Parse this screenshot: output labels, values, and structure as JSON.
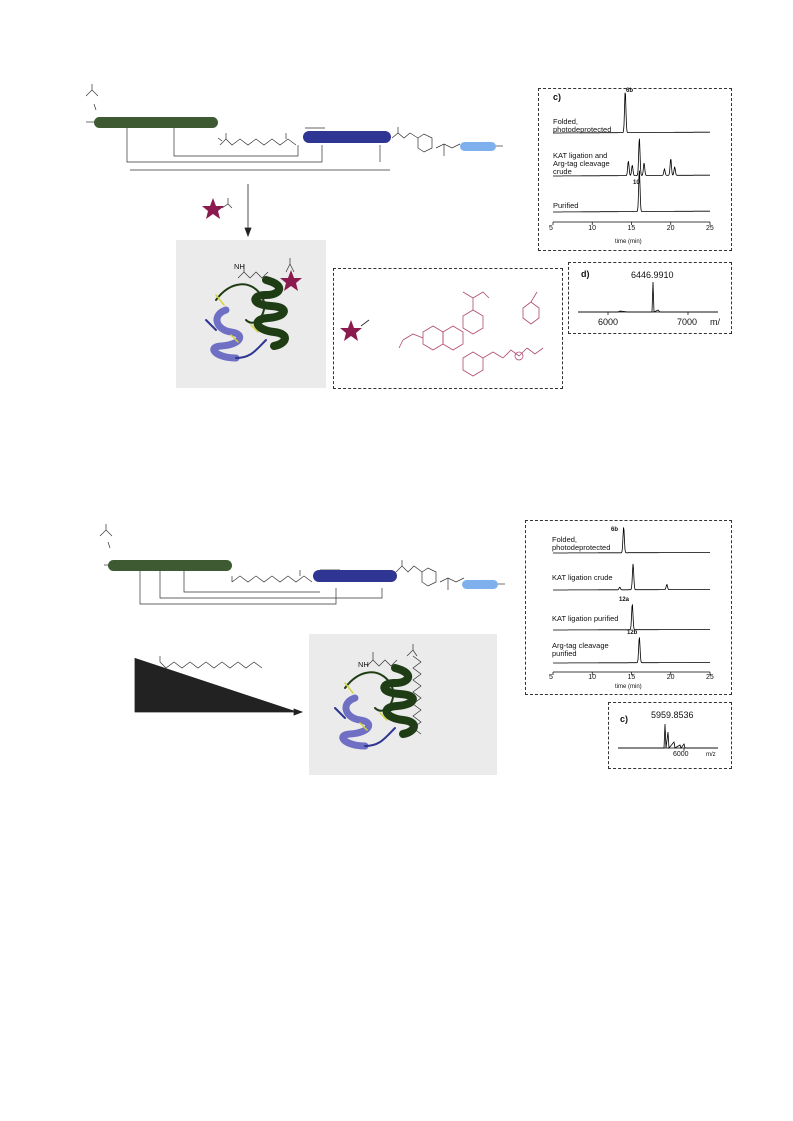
{
  "colors": {
    "helix_green": "#3d5a33",
    "helix_dark_green": "#1f3d15",
    "helix_blue": "#2e3592",
    "helix_light_blue": "#7fb0ee",
    "star_magenta": "#8b1a4f",
    "dye_pink": "#b04a73",
    "ribbon_violet": "#6f6fc4",
    "gray_panel": "#ebebeb"
  },
  "top": {
    "hplc": {
      "panel_label": "c)",
      "traces": [
        {
          "label": "Folded,\nphotodeprotected",
          "peak_label": "6b"
        },
        {
          "label": "KAT ligation and\nArg-tag cleavage\ncrude",
          "peak_label": ""
        },
        {
          "label": "Purified",
          "peak_label": "10"
        }
      ],
      "x_ticks": [
        "5",
        "10",
        "15",
        "20",
        "25"
      ],
      "x_title": "time (min)"
    },
    "ms": {
      "panel_label": "d)",
      "peak_value": "6446.9910",
      "x_ticks": [
        "6000",
        "7000"
      ],
      "unit": "m/"
    },
    "structure_label": "NH"
  },
  "bottom": {
    "hplc": {
      "traces": [
        {
          "label": "Folded,\nphotodeprotected",
          "peak_label": "6b"
        },
        {
          "label": "KAT ligation crude",
          "peak_label": ""
        },
        {
          "label": "KAT ligation purified",
          "peak_label": "12a"
        },
        {
          "label": "Arg-tag cleavage\npurified",
          "peak_label": "12b"
        }
      ],
      "x_ticks": [
        "5",
        "10",
        "15",
        "20",
        "25"
      ],
      "x_title": "time (min)"
    },
    "ms": {
      "panel_label": "c)",
      "peak_value": "5959.8536",
      "x_ticks": [
        "6000"
      ],
      "unit": "m/z"
    },
    "structure_label": "NH"
  },
  "chart_data": [
    {
      "type": "line",
      "x_range": [
        5,
        25
      ],
      "xlabel": "time (min)",
      "series": [
        {
          "name": "Folded, photodeprotected",
          "peaks": [
            {
              "x": 14.2,
              "height": 1.0
            }
          ]
        },
        {
          "name": "KAT ligation and Arg-tag cleavage crude",
          "peaks": [
            {
              "x": 14.6,
              "height": 0.35
            },
            {
              "x": 15.1,
              "height": 0.25
            },
            {
              "x": 16.0,
              "height": 0.9
            },
            {
              "x": 16.6,
              "height": 0.3
            },
            {
              "x": 19.2,
              "height": 0.15
            },
            {
              "x": 20.0,
              "height": 0.4
            },
            {
              "x": 20.5,
              "height": 0.2
            }
          ]
        },
        {
          "name": "Purified",
          "peaks": [
            {
              "x": 16.0,
              "height": 1.0
            }
          ]
        }
      ]
    },
    {
      "type": "line",
      "x_range": [
        5,
        25
      ],
      "xlabel": "time (min)",
      "series": [
        {
          "name": "Folded, photodeprotected",
          "peaks": [
            {
              "x": 14.0,
              "height": 1.0
            }
          ]
        },
        {
          "name": "KAT ligation crude",
          "peaks": [
            {
              "x": 13.5,
              "height": 0.1
            },
            {
              "x": 15.2,
              "height": 1.0
            },
            {
              "x": 19.5,
              "height": 0.2
            }
          ]
        },
        {
          "name": "KAT ligation purified",
          "peaks": [
            {
              "x": 15.1,
              "height": 1.0
            }
          ]
        },
        {
          "name": "Arg-tag cleavage purified",
          "peaks": [
            {
              "x": 16.0,
              "height": 1.0
            }
          ]
        }
      ]
    }
  ]
}
